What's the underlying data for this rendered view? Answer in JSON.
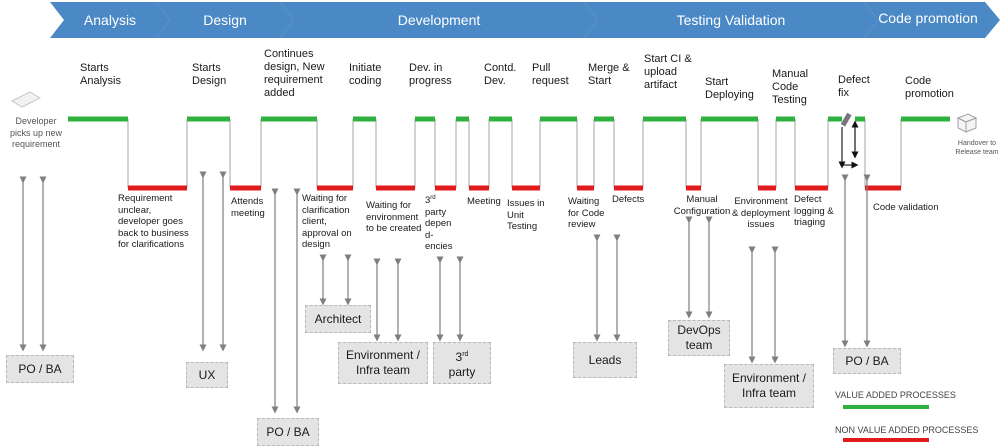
{
  "colors": {
    "phase": "#4a88c6",
    "value_added": "#2fb13f",
    "non_value_added": "#e11b1b",
    "arrow": "#7f7f7f",
    "box_fill": "#e4e4e4"
  },
  "phases": [
    "Analysis",
    "Design",
    "Development",
    "Testing Validation",
    "Code promotion"
  ],
  "start_label": "Developer picks up new requirement",
  "end_label": "Handover to Release team",
  "steps_top": [
    "Starts Analysis",
    "Starts Design",
    "Continues design, New requirement added",
    "Initiate coding",
    "Dev. in progress",
    "Contd. Dev.",
    "Pull request",
    "Merge & Start",
    "Start CI & upload artifact",
    "Start Deploying",
    "Manual Code Testing",
    "Defect fix",
    "Code promotion"
  ],
  "steps_bottom": [
    "Requirement unclear, developer goes back to business for clarifications",
    "Attends meeting",
    "Waiting for clarification client, approval on design",
    "Waiting for environment to be created",
    "party depen d- encies",
    "Meeting",
    "Issues in Unit Testing",
    "Waiting for Code review",
    "Defects",
    "Manual Configuration",
    "Environment & deployment issues",
    "Defect logging & triaging",
    "Code validation"
  ],
  "third_party_label": {
    "prefix": "3",
    "sup": "rd"
  },
  "boxes": [
    "PO / BA",
    "UX",
    "PO / BA",
    "Architect",
    "Environment / Infra team",
    "party",
    "Leads",
    "DevOps team",
    "Environment / Infra team",
    "PO / BA"
  ],
  "legend": {
    "value_added": "VALUE ADDED PROCESSES",
    "non_value_added": "NON VALUE ADDED PROCESSES"
  }
}
